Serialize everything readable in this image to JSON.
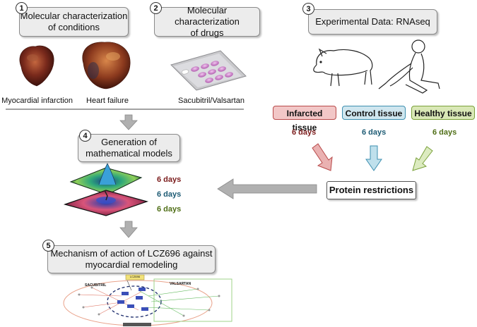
{
  "steps": [
    {
      "num": "1",
      "label": "Molecular characterization\nof conditions"
    },
    {
      "num": "2",
      "label": "Molecular characterization\nof drugs"
    },
    {
      "num": "3",
      "label": "Experimental Data: RNAseq"
    },
    {
      "num": "4",
      "label": "Generation of\nmathematical models"
    },
    {
      "num": "5",
      "label": "Mechanism of action of LCZ696 against\nmyocardial remodeling"
    }
  ],
  "images": {
    "mi_caption": "Myocardial infarction",
    "hf_caption": "Heart failure",
    "drug_caption": "Sacubitril/Valsartan"
  },
  "tissues": [
    {
      "label": "Infarcted tissue",
      "bg": "#f2c7c7",
      "border": "#b84a4a",
      "days": "6 days",
      "days_color": "#7a1a1a"
    },
    {
      "label": "Control tissue",
      "bg": "#cfe6ef",
      "border": "#3d8fb0",
      "days": "6 days",
      "days_color": "#1c5a73"
    },
    {
      "label": "Healthy tissue",
      "bg": "#d9e8b6",
      "border": "#7aa13a",
      "days": "6 days",
      "days_color": "#4f6e16"
    }
  ],
  "protein_box": "Protein restrictions",
  "model_days": [
    {
      "text": "6 days",
      "color": "#7a1a1a"
    },
    {
      "text": "6 days",
      "color": "#1c5a73"
    },
    {
      "text": "6 days",
      "color": "#4f6e16"
    }
  ],
  "network": {
    "top_label": "LCZ696",
    "left_label": "SACUBITRIL",
    "right_label": "VALSARTAN"
  }
}
